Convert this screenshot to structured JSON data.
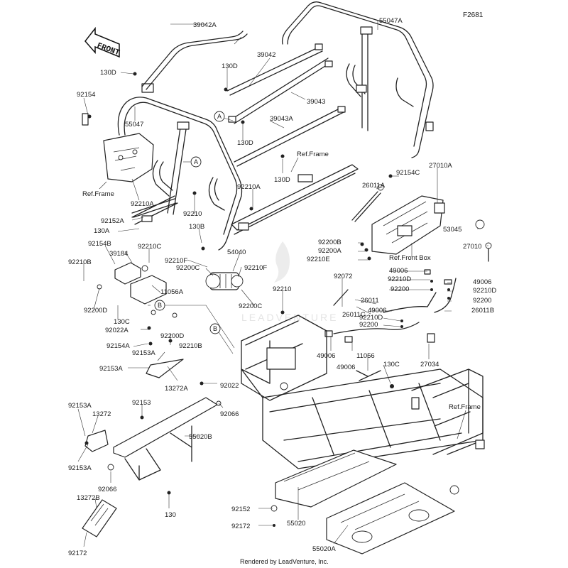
{
  "figure_code": "F2681",
  "front_label": "FRONT",
  "credit": "Rendered by LeadVenture, Inc.",
  "watermark": "LEADVENTURE",
  "callouts": {
    "a1": "A",
    "a2": "A",
    "b1": "B",
    "b2": "B"
  },
  "parts": {
    "p39042A": "39042A",
    "p55047A": "55047A",
    "p130D_a": "130D",
    "p39042": "39042",
    "p130D_b": "130D",
    "p92154": "92154",
    "p55047": "55047",
    "p39043": "39043",
    "p130D_c": "130D",
    "p39043A": "39043A",
    "ref_frame_top": "Ref.Frame",
    "p130D_d": "130D",
    "ref_frame_left": "Ref.Frame",
    "p92210A_a": "92210A",
    "p92210A_b": "92210A",
    "p92154C": "92154C",
    "p26011A": "26011A",
    "p27010A": "27010A",
    "p92152A": "92152A",
    "p92210_a": "92210",
    "p130A": "130A",
    "p130B": "130B",
    "p53045": "53045",
    "p92200B": "92200B",
    "p92200A": "92200A",
    "p92210E": "92210E",
    "ref_front_box": "Ref.Front Box",
    "p27010": "27010",
    "p92154B": "92154B",
    "p92210C": "92210C",
    "p39184": "39184",
    "p54040": "54040",
    "p92210F_a": "92210F",
    "p92200C_a": "92200C",
    "p92210F_b": "92210F",
    "p92210B_a": "92210B",
    "p11056A": "11056A",
    "p92200D_a": "92200D",
    "p130C_a": "130C",
    "p92200C_b": "92200C",
    "p92210_b": "92210",
    "p92072": "92072",
    "p49006_a": "49006",
    "p92210D_a": "92210D",
    "p92200_a": "92200",
    "p49006_b": "49006",
    "p92210D_b": "92210D",
    "p92200_b": "92200",
    "p26011": "26011",
    "p26011B": "26011B",
    "p26011C": "26011C",
    "p49006_c": "49006",
    "p92210D_c": "92210D",
    "p92200_c": "92200",
    "p92022A": "92022A",
    "p92200D_b": "92200D",
    "p92154A": "92154A",
    "p92210B_b": "92210B",
    "p92153A_a": "92153A",
    "p49006_d": "49006",
    "p11056": "11056",
    "p49006_e": "49006",
    "p130C_b": "130C",
    "p27034": "27034",
    "p92153A_b": "92153A",
    "p13272A": "13272A",
    "p92022": "92022",
    "p92066_a": "92066",
    "ref_frame_right": "Ref.Frame",
    "p92153": "92153",
    "p92153A_c": "92153A",
    "p13272": "13272",
    "p55020B": "55020B",
    "p92153A_d": "92153A",
    "p92066_b": "92066",
    "p13272B": "13272B",
    "p130": "130",
    "p92152": "92152",
    "p55020": "55020",
    "p92172_a": "92172",
    "p55020A": "55020A",
    "p92172_b": "92172"
  }
}
